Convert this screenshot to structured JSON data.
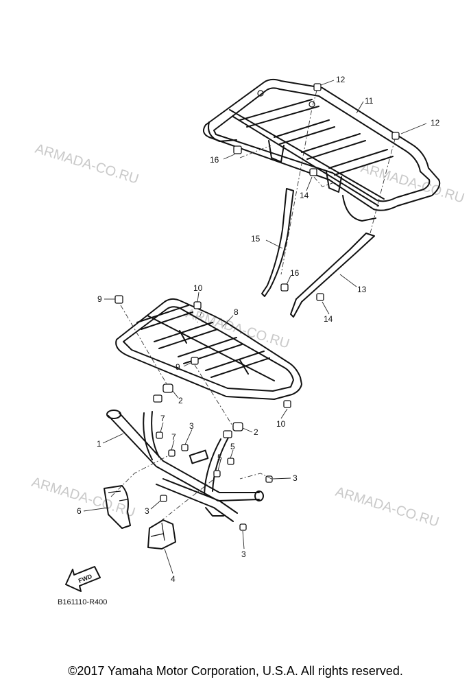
{
  "watermarks": [
    "ARMADA-CO.RU",
    "ARMADA-CO.RU",
    "ARMADA-CO.RU",
    "ARMADA-CO.RU",
    "ARMADA-CO.RU"
  ],
  "callouts": [
    "12",
    "11",
    "12",
    "16",
    "14",
    "15",
    "16",
    "13",
    "14",
    "10",
    "9",
    "8",
    "9",
    "2",
    "10",
    "7",
    "3",
    "2",
    "1",
    "7",
    "5",
    "5",
    "3",
    "6",
    "3",
    "3",
    "4"
  ],
  "fwd_label": "FWD",
  "diagram_code": "B161110-R400",
  "copyright": "©2017 Yamaha Motor Corporation, U.S.A. All rights reserved."
}
